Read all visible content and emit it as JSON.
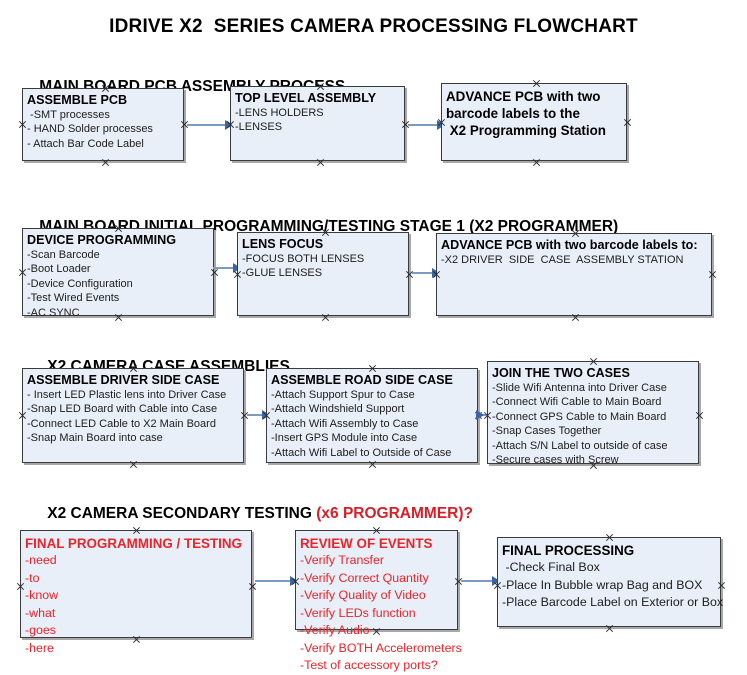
{
  "document": {
    "title": "IDRIVE X2  SERIES CAMERA PROCESSING FLOWCHART"
  },
  "sections": [
    {
      "id": "main-board-pcb-assembly-process",
      "title": "MAIN BOARD PCB ASSEMBLY PROCESS",
      "title_accent": "",
      "boxes": [
        {
          "id": "assemble-pcb",
          "header": "ASSEMBLE PCB",
          "lines": [
            " -SMT processes",
            "- HAND Solder processes",
            "- Attach Bar Code Label"
          ]
        },
        {
          "id": "top-level-assembly",
          "header": "TOP LEVEL ASSEMBLY",
          "lines": [
            "-LENS HOLDERS",
            "-LENSES"
          ]
        },
        {
          "id": "advance-pcb-to-programming-station",
          "header": "ADVANCE PCB with two",
          "lines": [
            "barcode labels to the",
            " X2 Programming Station"
          ]
        }
      ]
    },
    {
      "id": "main-board-initial-programming",
      "title": "MAIN BOARD INITIAL PROGRAMMING/TESTING STAGE 1 (X2 PROGRAMMER)",
      "title_accent": "",
      "boxes": [
        {
          "id": "device-programming",
          "header": "DEVICE PROGRAMMING",
          "lines": [
            "-Scan Barcode",
            "-Boot Loader",
            "-Device Configuration",
            "-Test Wired Events",
            "-AC SYNC"
          ]
        },
        {
          "id": "lens-focus",
          "header": "LENS FOCUS",
          "lines": [
            "-FOCUS BOTH LENSES",
            "-GLUE LENSES"
          ]
        },
        {
          "id": "advance-pcb-to-driver-side-case",
          "header": "ADVANCE PCB with two barcode labels to:",
          "lines": [
            "-X2 DRIVER  SIDE  CASE  ASSEMBLY STATION"
          ]
        }
      ]
    },
    {
      "id": "x2-camera-case-assemblies",
      "title": "X2 CAMERA CASE ASSEMBLIES",
      "title_accent": "",
      "boxes": [
        {
          "id": "assemble-driver-side-case",
          "header": "ASSEMBLE DRIVER SIDE CASE",
          "lines": [
            "- Insert LED Plastic lens into Driver Case",
            "-Snap LED Board with Cable into Case",
            "-Connect LED Cable to X2 Main Board",
            "-Snap Main Board into case"
          ]
        },
        {
          "id": "assemble-road-side-case",
          "header": "ASSEMBLE ROAD SIDE CASE",
          "lines": [
            "-Attach Support Spur to Case",
            "-Attach Windshield Support",
            "-Attach Wifi Assembly to Case",
            "-Insert GPS Module into Case",
            "-Attach Wifi Label to Outside of Case"
          ]
        },
        {
          "id": "join-the-two-cases",
          "header": "JOIN THE TWO CASES",
          "lines": [
            "-Slide Wifi Antenna into Driver Case",
            "-Connect Wifi Cable to Main Board",
            "-Connect GPS Cable to Main Board",
            "-Snap Cases Together",
            "-Attach S/N Label to outside of case",
            "-Secure cases with Screw"
          ]
        }
      ]
    },
    {
      "id": "x2-camera-secondary-testing",
      "title": "X2 CAMERA SECONDARY TESTING ",
      "title_accent": "(x6 PROGRAMMER)?",
      "boxes": [
        {
          "id": "final-programming-testing",
          "header": "FINAL PROGRAMMING / TESTING",
          "lines": [
            "-need",
            "-to",
            "-know",
            "-what",
            "-goes",
            "-here"
          ]
        },
        {
          "id": "review-of-events",
          "header": "REVIEW OF EVENTS",
          "lines": [
            "-Verify Transfer",
            "-Verify Correct Quantity",
            "-Verify Quality of Video",
            "-Verify LEDs function",
            "-Verify Audio",
            "-Verify BOTH Accelerometers",
            "-Test of accessory ports?"
          ]
        },
        {
          "id": "final-processing",
          "header": "FINAL PROCESSING",
          "lines": [
            " -Check Final Box",
            "-Place In Bubble wrap Bag and BOX",
            "-Place Barcode Label on Exterior or Box"
          ]
        }
      ]
    }
  ],
  "colors": {
    "box_fill": "#e9eff8",
    "box_border": "#3b3b3b",
    "connector": "#7b9cc0",
    "arrow": "#3a63a8",
    "text": "#000000",
    "accent_red": "#e8252b"
  }
}
